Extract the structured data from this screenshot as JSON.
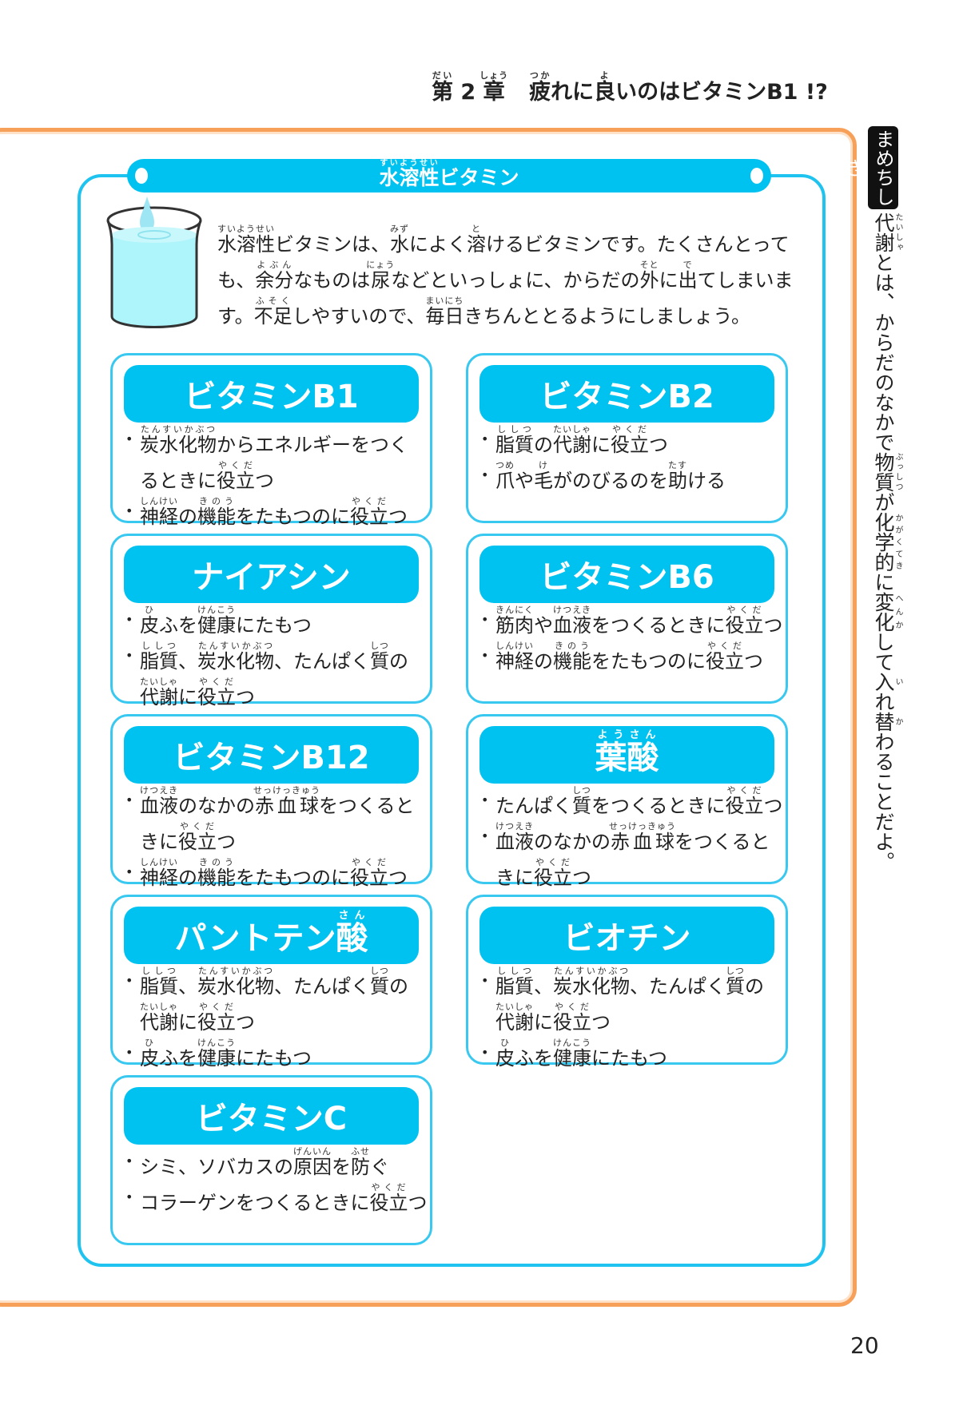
{
  "header": {
    "chapter_number": "[第|だい] 2 [章|しょう]",
    "chapter_title": "[疲|つか]れに[良|よ]いのはビタミンB1 !?"
  },
  "section": {
    "title": "[水溶性|すいようせい]ビタミン",
    "intro_lines": [
      "[水溶性|すいようせい]ビタミンは、[水|みず]によく[溶|と]けるビタミンです。たくさんとって",
      "も、[余分|よぶん]なものは[尿|にょう]などといっしょに、からだの[外|そと]に[出|で]てしまいま",
      "す。[不足|ふそく]しやすいので、[毎日|まいにち]きちんととるようにしましょう。"
    ]
  },
  "vitamins": [
    {
      "name": "ビタミンB1",
      "bullets": [
        [
          "[炭水化物|たんすいかぶつ]からエネルギーをつく",
          "るときに[役立|やくだ]つ"
        ],
        [
          "[神経|しんけい]の[機能|きのう]をたもつのに[役立|やくだ]つ"
        ]
      ]
    },
    {
      "name": "ビタミンB2",
      "bullets": [
        [
          "[脂質|ししつ]の[代謝|たいしゃ]に[役立|やくだ]つ"
        ],
        [
          "[爪|つめ]や[毛|け]がのびるのを[助|たす]ける"
        ]
      ]
    },
    {
      "name": "ナイアシン",
      "bullets": [
        [
          "[皮|ひ]ふを[健康|けんこう]にたもつ"
        ],
        [
          "[脂質|ししつ]、[炭水化物|たんすいかぶつ]、たんぱく[質|しつ]の",
          "[代謝|たいしゃ]に[役立|やくだ]つ"
        ]
      ]
    },
    {
      "name": "ビタミンB6",
      "bullets": [
        [
          "[筋肉|きんにく]や[血液|けつえき]をつくるときに[役立|やくだ]つ"
        ],
        [
          "[神経|しんけい]の[機能|きのう]をたもつのに[役立|やくだ]つ"
        ]
      ]
    },
    {
      "name": "ビタミンB12",
      "bullets": [
        [
          "[血液|けつえき]のなかの[赤血球|せっけっきゅう]をつくると",
          "きに[役立|やくだ]つ"
        ],
        [
          "[神経|しんけい]の[機能|きのう]をたもつのに[役立|やくだ]つ"
        ]
      ]
    },
    {
      "name": "[葉酸|ようさん]",
      "bullets": [
        [
          "たんぱく[質|しつ]をつくるときに[役立|やくだ]つ"
        ],
        [
          "[血液|けつえき]のなかの[赤血球|せっけっきゅう]をつくると",
          "きに[役立|やくだ]つ"
        ]
      ]
    },
    {
      "name": "パントテン[酸|さん]",
      "bullets": [
        [
          "[脂質|ししつ]、[炭水化物|たんすいかぶつ]、たんぱく[質|しつ]の",
          "[代謝|たいしゃ]に[役立|やくだ]つ"
        ],
        [
          "[皮|ひ]ふを[健康|けんこう]にたもつ"
        ]
      ]
    },
    {
      "name": "ビオチン",
      "bullets": [
        [
          "[脂質|ししつ]、[炭水化物|たんすいかぶつ]、たんぱく[質|しつ]の",
          "[代謝|たいしゃ]に[役立|やくだ]つ"
        ],
        [
          "[皮|ひ]ふを[健康|けんこう]にたもつ"
        ]
      ]
    },
    {
      "name": "ビタミンC",
      "bullets": [
        [
          "シミ、ソバカスの[原因|げんいん]を[防|ふせ]ぐ"
        ],
        [
          "コラーゲンをつくるときに[役立|やくだ]つ"
        ]
      ]
    }
  ],
  "sidebar": {
    "tag": "まめちしき",
    "text": "[代謝|たいしゃ]とは、からだのなかで[物質|ぶっしつ]が[化学的|かがくてき]に[変化|へんか]して[入|い]れ[替|か]わることだよ。"
  },
  "page_number": "20",
  "colors": {
    "orange": "#f7a05a",
    "cyan": "#00c2f0",
    "card_border": "#38c8f0"
  }
}
